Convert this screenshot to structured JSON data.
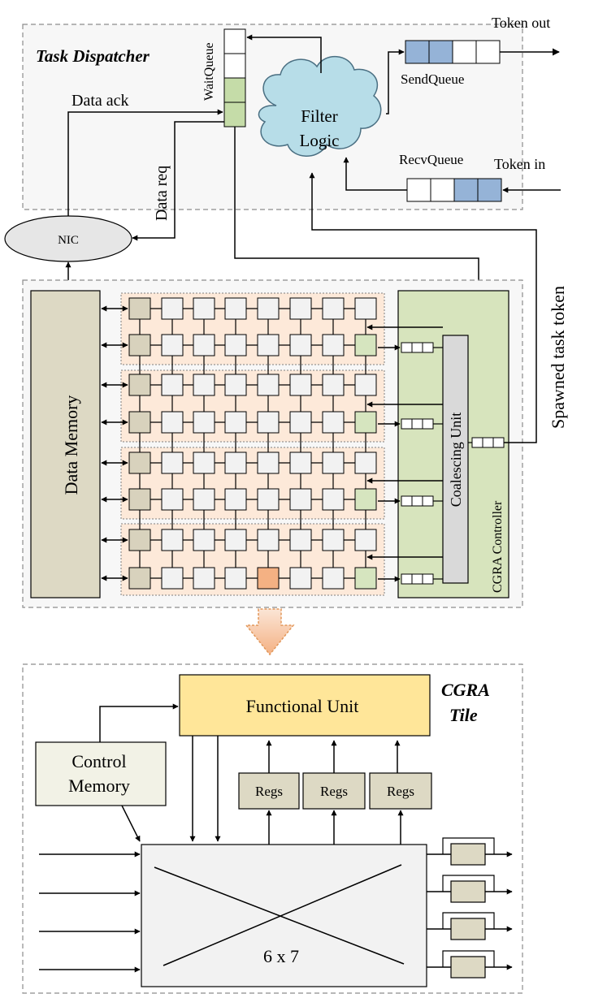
{
  "task_dispatcher": {
    "title": "Task Dispatcher",
    "wait_queue": "WaitQueue",
    "filter_logic": [
      "Filter",
      "Logic"
    ],
    "send_queue": "SendQueue",
    "recv_queue": "RecvQueue",
    "token_out": "Token out",
    "token_in": "Token in",
    "data_ack": "Data ack",
    "data_req": "Data req",
    "nic": "NIC"
  },
  "array": {
    "data_memory": "Data Memory",
    "coalescing_unit": "Coalescing Unit",
    "cgra_controller": "CGRA Controller",
    "spawned_task_token": "Spawned task token"
  },
  "tile": {
    "title": [
      "CGRA",
      "Tile"
    ],
    "functional_unit": "Functional Unit",
    "control_memory": [
      "Control",
      "Memory"
    ],
    "regs": [
      "Regs",
      "Regs",
      "Regs"
    ],
    "crossbar": "6 x 7"
  },
  "colors": {
    "wait_green": "#c5dca8",
    "queue_blue": "#95b3d7",
    "cloud": "#b7dde8",
    "grid_bg": "#fde9d9",
    "pe": "#f2f2f2",
    "pe_edge": "#d8d2bd",
    "pe_right": "#d6e5bf",
    "pe_highlight": "#f4b183",
    "controller": "#d7e4bd",
    "coalescing": "#d9d9d9",
    "data_memory": "#ddd9c4",
    "functional_unit": "#ffe699",
    "control_memory": "#f2f2e6",
    "regs": "#ddd9c4",
    "crossbar": "#f2f2f2"
  }
}
